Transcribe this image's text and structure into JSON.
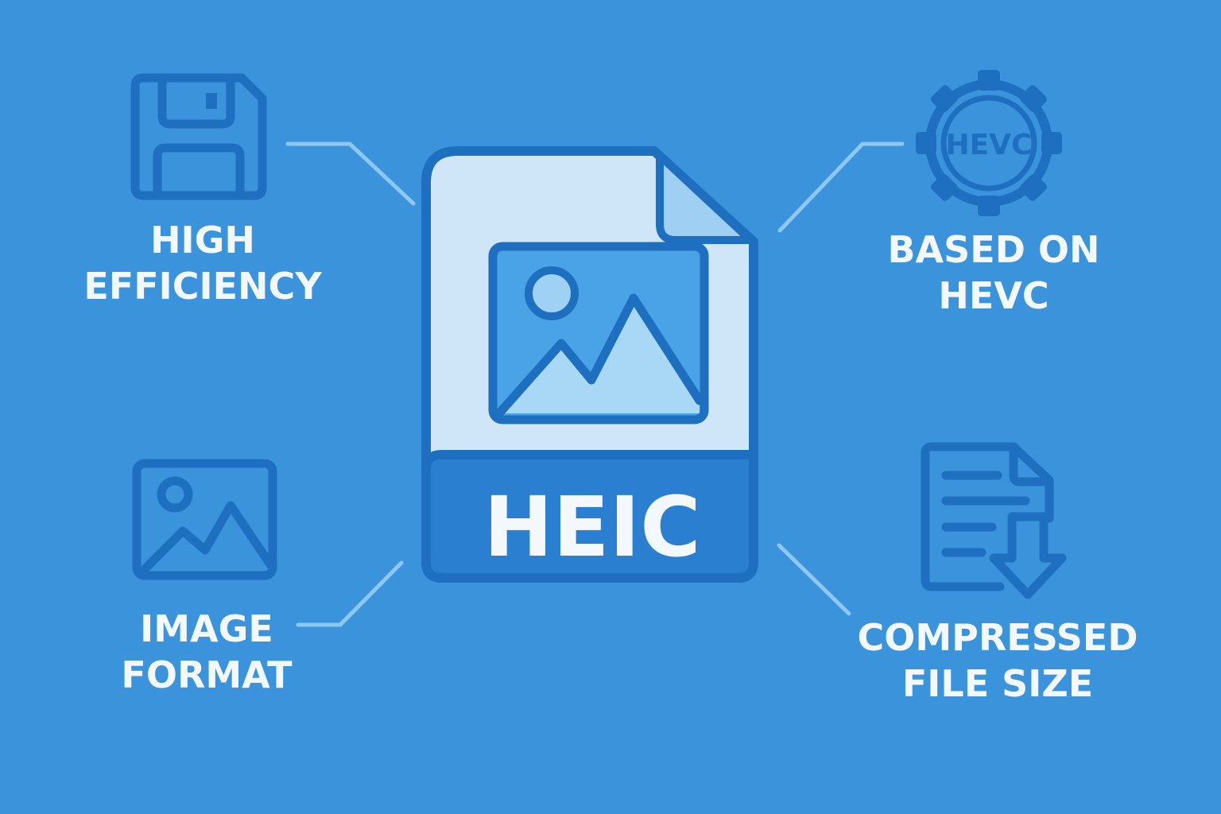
{
  "center": {
    "format_label": "HEIC"
  },
  "features": {
    "top_left": {
      "line1": "HIGH",
      "line2": "EFFICIENCY",
      "icon": "floppy-disk-icon"
    },
    "bottom_left": {
      "line1": "IMAGE",
      "line2": "FORMAT",
      "icon": "image-icon"
    },
    "top_right": {
      "line1": "BASED ON",
      "line2": "HEVC",
      "icon": "gear-icon",
      "badge": "HEVC"
    },
    "bottom_right": {
      "line1": "COMPRESSED",
      "line2": "FILE SIZE",
      "icon": "document-download-icon"
    }
  },
  "colors": {
    "background": "#3b93db",
    "icon_stroke": "#1e6fc0",
    "label_text": "#f3f8fd",
    "connector": "#8cc8f2",
    "file_paper": "#cfe6f8",
    "file_band": "#2a7fd0"
  }
}
